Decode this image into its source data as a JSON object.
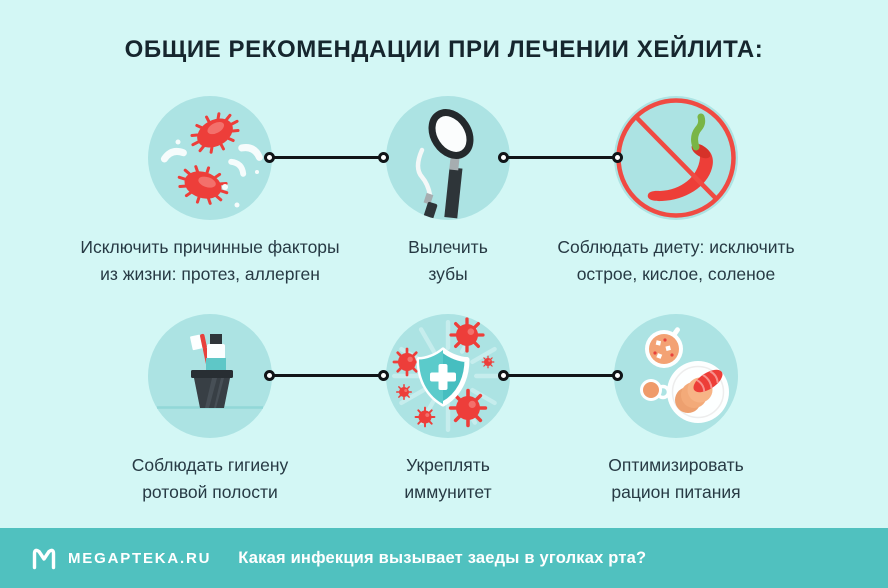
{
  "page": {
    "title": "ОБЩИЕ РЕКОМЕНДАЦИИ ПРИ ЛЕЧЕНИИ ХЕЙЛИТА:"
  },
  "colors": {
    "background": "#d3f7f5",
    "icon_circle_fill": "#ace3e3",
    "footer_background": "#50c1bf",
    "accent_red": "#ed3e38",
    "title_text": "#16262e",
    "body_text": "#273a44",
    "connector": "#101417",
    "footer_text": "#ffffff"
  },
  "recommendations": [
    {
      "icon": "bacteria-icon",
      "label_line1": "Исключить причинные факторы",
      "label_line2": "из жизни: протез, аллерген"
    },
    {
      "icon": "dental-tools-icon",
      "label_line1": "Вылечить",
      "label_line2": "зубы"
    },
    {
      "icon": "no-spicy-food-icon",
      "label_line1": "Соблюдать диету: исключить",
      "label_line2": "острое, кислое, соленое"
    },
    {
      "icon": "oral-hygiene-icon",
      "label_line1": "Соблюдать гигиену",
      "label_line2": "ротовой полости"
    },
    {
      "icon": "immunity-shield-icon",
      "label_line1": "Укреплять",
      "label_line2": "иммунитет"
    },
    {
      "icon": "healthy-diet-icon",
      "label_line1": "Оптимизировать",
      "label_line2": "рацион питания"
    }
  ],
  "footer": {
    "brand": "MEGAPTEKA.RU",
    "question": "Какая инфекция вызывает заеды в уголках рта?"
  }
}
